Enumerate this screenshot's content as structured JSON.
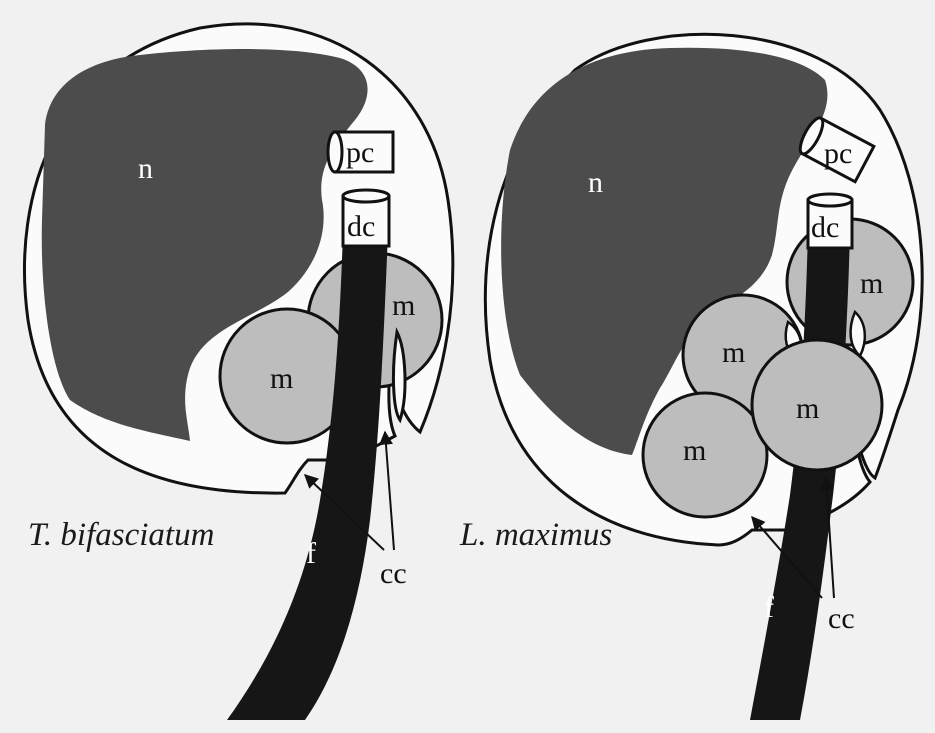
{
  "diagram": {
    "panels": [
      {
        "species_name": "T. bifasciatum",
        "labels": {
          "nucleus": "n",
          "proximal_centriole": "pc",
          "distal_centriole": "dc",
          "mitochondria": [
            "m",
            "m"
          ],
          "flagellum": "f",
          "cytoplasmic_canal": "cc"
        }
      },
      {
        "species_name": "L. maximus",
        "labels": {
          "nucleus": "n",
          "proximal_centriole": "pc",
          "distal_centriole": "dc",
          "mitochondria": [
            "m",
            "m",
            "m",
            "m"
          ],
          "flagellum": "f",
          "cytoplasmic_canal": "cc"
        }
      }
    ],
    "colors": {
      "background": "#f1f1f1",
      "cell": "#fbfbfb",
      "nucleus": "#4c4c4c",
      "mitochondrion": "#bdbdbd",
      "flagellum": "#161616",
      "outline": "#111111"
    }
  }
}
